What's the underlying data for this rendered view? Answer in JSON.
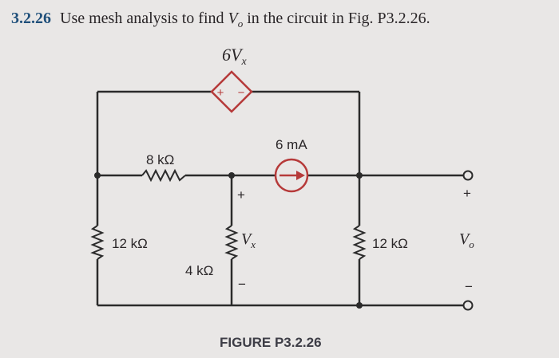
{
  "problem": {
    "number": "3.2.26",
    "text_before": "Use mesh analysis to find",
    "var_main": "V",
    "var_sub": "o",
    "text_after": "in the circuit in Fig. P3.2.26."
  },
  "circuit": {
    "dep_source_label_main": "6V",
    "dep_source_label_sub": "x",
    "dep_source_plus": "+",
    "dep_source_minus": "−",
    "r_8k": "8 kΩ",
    "r_12k_left": "12 kΩ",
    "r_4k": "4 kΩ",
    "r_12k_right": "12 kΩ",
    "current_source": "6 mA",
    "vx_plus": "+",
    "vx_main": "V",
    "vx_sub": "x",
    "vx_minus": "−",
    "vo_plus": "+",
    "vo_main": "V",
    "vo_sub": "o",
    "vo_minus": "−"
  },
  "figure_caption": "FIGURE P3.2.26",
  "colors": {
    "wire": "#2b2b2b",
    "accent": "#b63a3a",
    "title_number": "#1f4f7a"
  }
}
